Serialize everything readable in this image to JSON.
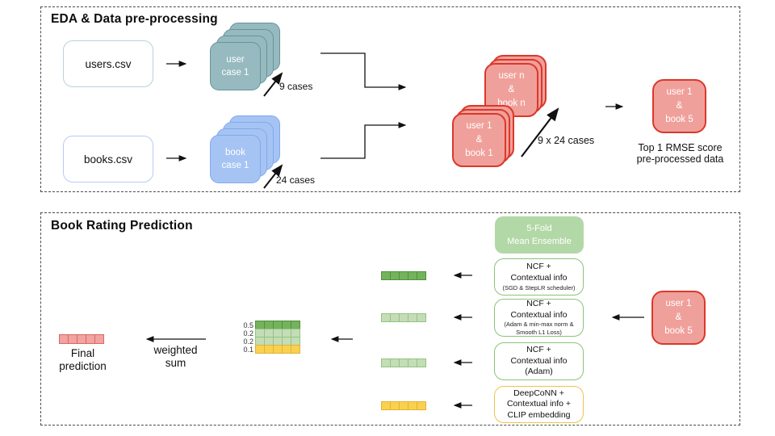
{
  "eda": {
    "title": "EDA & Data pre-processing",
    "users_file": "users.csv",
    "books_file": "books.csv",
    "user_stack": {
      "line1": "user",
      "line2": "case 1",
      "count": "9 cases"
    },
    "book_stack": {
      "line1": "book",
      "line2": "case 1",
      "count": "24 cases"
    },
    "merged_back": {
      "line1": "user n",
      "line2": "&",
      "line3": "book n"
    },
    "merged_front": {
      "line1": "user 1",
      "line2": "&",
      "line3": "book 1"
    },
    "merged_count": "9 x 24 cases",
    "result_card": {
      "line1": "user 1",
      "line2": "&",
      "line3": "book 5"
    },
    "result_caption1": "Top 1 RMSE score",
    "result_caption2": "pre-processed data"
  },
  "prediction": {
    "title": "Book Rating Prediction",
    "ensemble": {
      "line1": "5-Fold",
      "line2": "Mean Ensemble"
    },
    "models": [
      {
        "line1": "NCF +",
        "line2": "Contextual info",
        "line3": "(SGD & StepLR scheduler)"
      },
      {
        "line1": "NCF +",
        "line2": "Contextual info",
        "line3": "(Adam & min-max norm &",
        "line4": "Smooth L1 Loss)"
      },
      {
        "line1": "NCF +",
        "line2": "Contextual info",
        "line3": "(Adam)"
      },
      {
        "line1": "DeepCoNN +",
        "line2": "Contextual info +",
        "line3": "CLIP embedding"
      }
    ],
    "input_card": {
      "line1": "user 1",
      "line2": "&",
      "line3": "book 5"
    },
    "weights": [
      "0.5",
      "0.2",
      "0.2",
      "0.1"
    ],
    "weighted_sum1": "weighted",
    "weighted_sum2": "sum",
    "final1": "Final",
    "final2": "prediction"
  },
  "colors": {
    "teal_fill": "#96BABF",
    "teal_border": "#67949B",
    "blue_fill": "#A6C4F3",
    "blue_border": "#82A8EF",
    "red_fill": "#F0A09B",
    "red_border": "#DB382B",
    "ensemble_green": "#B3D8A7",
    "model_green_border": "#8BC377",
    "model_yellow_border": "#F2C14E",
    "vector_dark_green": "#74B25C",
    "vector_light_green": "#C4DDB7",
    "vector_yellow": "#FAD14F",
    "vector_red": "#F1A4A1"
  }
}
